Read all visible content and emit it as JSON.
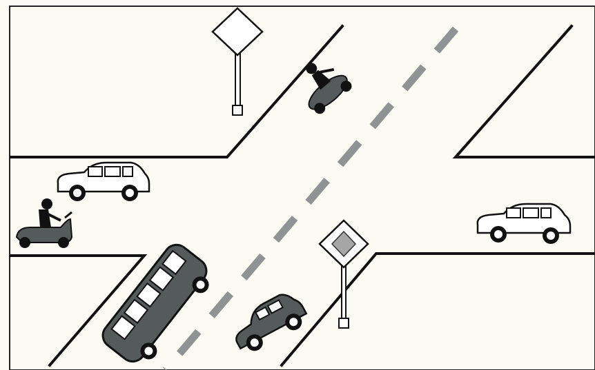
{
  "scene": {
    "kind": "traffic intersection",
    "colors": {
      "background": "#fbfbf3",
      "road_edge": "#111111",
      "lane_marking": "#8f9393",
      "vehicle_dark": "#555a5a",
      "vehicle_light": "#ffffff",
      "sign_plate": "#ffffff",
      "priority_sign_fill": "#a6a6a6"
    },
    "signs": [
      {
        "name": "diamond-sign-top",
        "kind": "priority road sign (back side)"
      },
      {
        "name": "priority-road-sign-bottom",
        "kind": "priority road sign"
      }
    ],
    "vehicles": [
      {
        "name": "scooter-top",
        "kind": "scooter with rider",
        "shade": "dark"
      },
      {
        "name": "car-left",
        "kind": "car",
        "shade": "light"
      },
      {
        "name": "scooter-left",
        "kind": "scooter with rider",
        "shade": "dark"
      },
      {
        "name": "car-right",
        "kind": "car",
        "shade": "light"
      },
      {
        "name": "bus",
        "kind": "minibus",
        "shade": "dark"
      },
      {
        "name": "car-dark",
        "kind": "car",
        "shade": "dark"
      }
    ]
  }
}
